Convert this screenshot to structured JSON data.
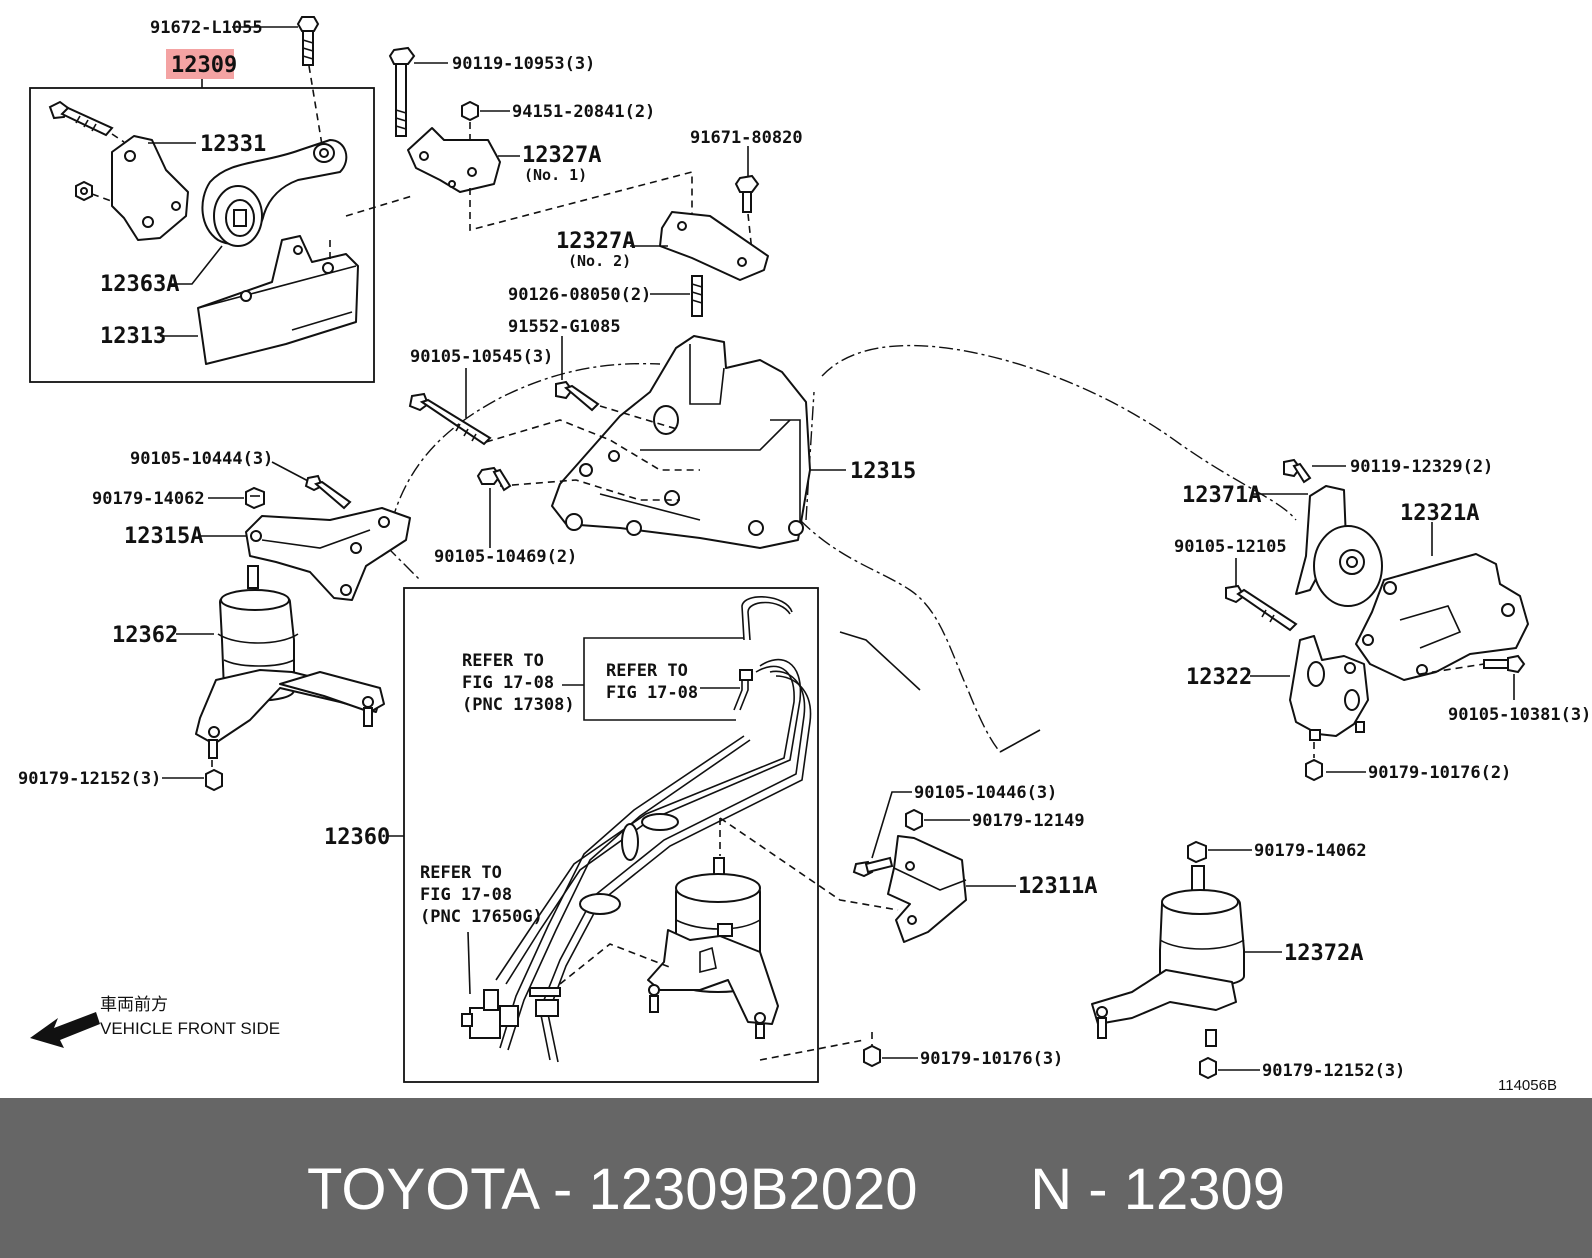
{
  "diagram": {
    "highlighted_part": "12309",
    "figure_code": "114056B",
    "direction": {
      "jp": "車両前方",
      "en": "VEHICLE FRONT SIDE"
    },
    "labels": {
      "l91672": "91672-L1055",
      "l12331": "12331",
      "l12363a": "12363A",
      "l12313": "12313",
      "l90119a": "90119-10953(3)",
      "l94151": "94151-20841(2)",
      "l12327a1": "12327A",
      "l12327a1n": "(No. 1)",
      "l91671": "91671-80820",
      "l12327a2": "12327A",
      "l12327a2n": "(No. 2)",
      "l90126": "90126-08050(2)",
      "l91552": "91552-G1085",
      "l90105a": "90105-10545(3)",
      "l12315": "12315",
      "l90105b": "90105-10444(3)",
      "l90179a": "90179-14062",
      "l12315a": "12315A",
      "l90105c": "90105-10469(2)",
      "l12362": "12362",
      "l90179b": "90179-12152(3)",
      "l12360": "12360",
      "l12371a": "12371A",
      "l90119b": "90119-12329(2)",
      "l12321a": "12321A",
      "l90105d": "90105-12105",
      "l12322": "12322",
      "l90105e": "90105-10381(3)",
      "l90179c": "90179-10176(2)",
      "l90105f": "90105-10446(3)",
      "l90179d": "90179-12149",
      "l12311a": "12311A",
      "l90179e": "90179-14062",
      "l12372a": "12372A",
      "l90179f": "90179-12152(3)",
      "l90179g": "90179-10176(3)"
    },
    "refer1": [
      "REFER TO",
      "FIG 17-08",
      "(PNC 17308)"
    ],
    "refer2": [
      "REFER TO",
      "FIG 17-08"
    ],
    "refer3": [
      "REFER TO",
      "FIG 17-08",
      "(PNC 17650G)"
    ]
  },
  "footer": {
    "text": "TOYOTA - 12309B2020       N - 12309"
  },
  "colors": {
    "highlight": "#f4a3a3",
    "footer_bg": "#666666",
    "footer_text": "#ffffff"
  }
}
